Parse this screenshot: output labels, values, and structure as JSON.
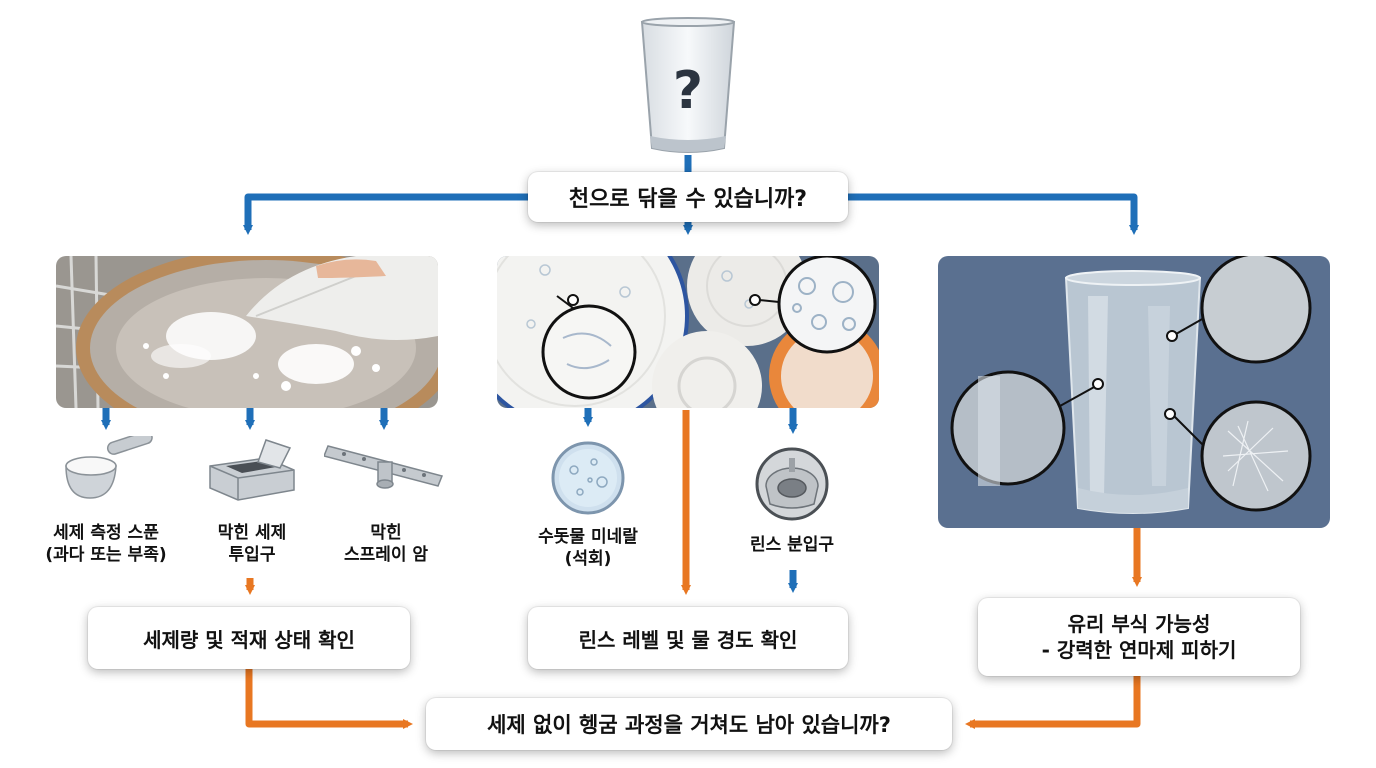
{
  "top_question": "천으로 닦을 수 있습니까?",
  "left_branch": {
    "causes": [
      {
        "l1": "세제 측정 스푼",
        "l2": "(과다 또는 부족)",
        "icon": "measuring-scoop-icon"
      },
      {
        "l1": "막힌 세제",
        "l2": "투입구",
        "icon": "detergent-dispenser-icon"
      },
      {
        "l1": "막힌",
        "l2": "스프레이 암",
        "icon": "spray-arm-icon"
      }
    ],
    "result": "세제량 및 적재 상태 확인"
  },
  "middle_branch": {
    "causes": [
      {
        "l1": "수돗물 미네랄",
        "l2": "(석회)",
        "icon": "mineral-droplet-disc-icon"
      },
      {
        "l1": "린스 분입구",
        "icon": "rinse-dispenser-icon"
      }
    ],
    "result": "린스 레벨 및 물 경도 확인"
  },
  "right_branch": {
    "result_l1": "유리 부식 가능성",
    "result_l2": "- 강력한 연마제 피하기"
  },
  "bottom_question": "세제 없이 헹굼 과정을 거쳐도 남아 있습니까?",
  "colors": {
    "blue": "#1f6fb8",
    "orange": "#e87722",
    "panel_bg": "#5a7090"
  },
  "icons": [
    "glass-question-icon"
  ],
  "question_mark": "?"
}
